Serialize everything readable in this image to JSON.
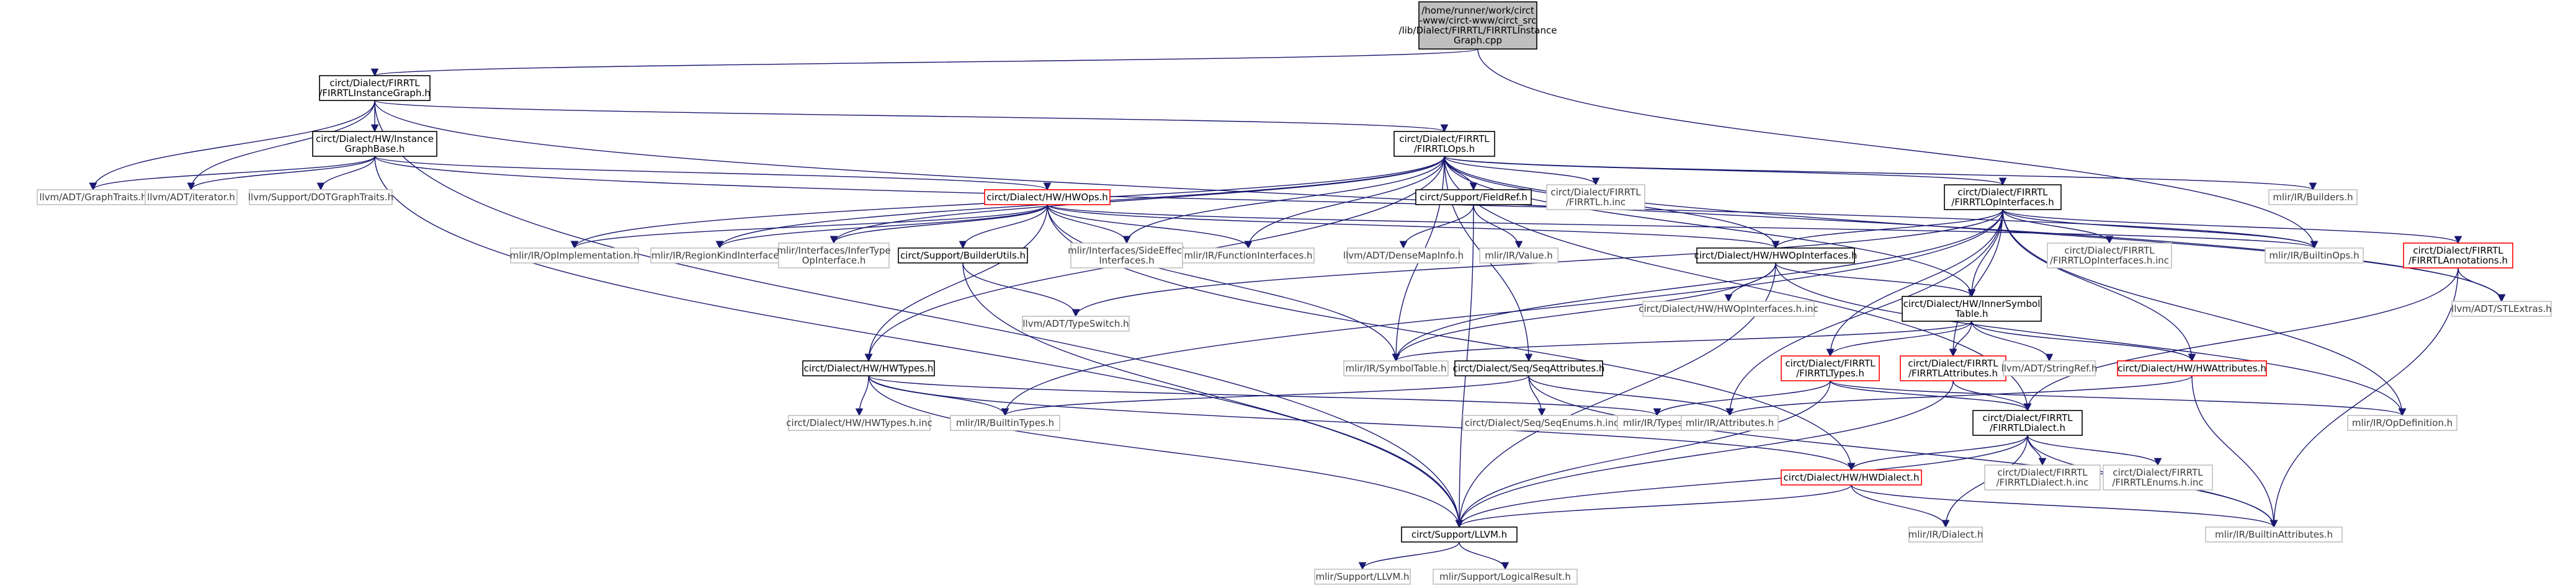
{
  "colors": {
    "edge": "#191970",
    "box_border_normal": "#000000",
    "box_border_truncated": "#ff0000",
    "box_border_external": "#bfbfbf",
    "box_fill_root": "#bfbfbf",
    "box_fill": "#ffffff",
    "text_dark": "#000000",
    "text_gray": "#3a3a3a"
  },
  "nodes": [
    {
      "id": "root",
      "kind": "root",
      "lines": [
        "/home/runner/work/circt",
        "-www/circt-www/circt_src",
        "/lib/Dialect/FIRRTL/FIRRTLInstance",
        "Graph.cpp"
      ]
    },
    {
      "id": "instgraph",
      "kind": "normal",
      "lines": [
        "circt/Dialect/FIRRTL",
        "/FIRRTLInstanceGraph.h"
      ]
    },
    {
      "id": "hwinstgraph",
      "kind": "normal",
      "lines": [
        "circt/Dialect/HW/Instance",
        "GraphBase.h"
      ]
    },
    {
      "id": "firrtlops",
      "kind": "normal",
      "lines": [
        "circt/Dialect/FIRRTL",
        "/FIRRTLOps.h"
      ]
    },
    {
      "id": "graphtraits",
      "kind": "external",
      "lines": [
        "llvm/ADT/GraphTraits.h"
      ]
    },
    {
      "id": "iterator",
      "kind": "external",
      "lines": [
        "llvm/ADT/iterator.h"
      ]
    },
    {
      "id": "dotgraph",
      "kind": "external",
      "lines": [
        "llvm/Support/DOTGraphTraits.h"
      ]
    },
    {
      "id": "hwops",
      "kind": "truncated",
      "lines": [
        "circt/Dialect/HW/HWOps.h"
      ]
    },
    {
      "id": "fieldref",
      "kind": "normal",
      "lines": [
        "circt/Support/FieldRef.h"
      ]
    },
    {
      "id": "firrtlhinc",
      "kind": "external",
      "lines": [
        "circt/Dialect/FIRRTL",
        "/FIRRTL.h.inc"
      ]
    },
    {
      "id": "opinterfaces",
      "kind": "normal",
      "lines": [
        "circt/Dialect/FIRRTL",
        "/FIRRTLOpInterfaces.h"
      ]
    },
    {
      "id": "builders",
      "kind": "external",
      "lines": [
        "mlir/IR/Builders.h"
      ]
    },
    {
      "id": "opimpl",
      "kind": "external",
      "lines": [
        "mlir/IR/OpImplementation.h"
      ]
    },
    {
      "id": "regionkind",
      "kind": "external",
      "lines": [
        "mlir/IR/RegionKindInterface.h"
      ]
    },
    {
      "id": "infertype",
      "kind": "external",
      "lines": [
        "mlir/Interfaces/InferType",
        "OpInterface.h"
      ]
    },
    {
      "id": "builderutils",
      "kind": "normal",
      "lines": [
        "circt/Support/BuilderUtils.h"
      ]
    },
    {
      "id": "sideeffect",
      "kind": "external",
      "lines": [
        "mlir/Interfaces/SideEffect",
        "Interfaces.h"
      ]
    },
    {
      "id": "funcif",
      "kind": "external",
      "lines": [
        "mlir/IR/FunctionInterfaces.h"
      ]
    },
    {
      "id": "densemap",
      "kind": "external",
      "lines": [
        "llvm/ADT/DenseMapInfo.h"
      ]
    },
    {
      "id": "irvalue",
      "kind": "external",
      "lines": [
        "mlir/IR/Value.h"
      ]
    },
    {
      "id": "hwopif",
      "kind": "normal",
      "lines": [
        "circt/Dialect/HW/HWOpInterfaces.h"
      ]
    },
    {
      "id": "firrtlopifinc",
      "kind": "external",
      "lines": [
        "circt/Dialect/FIRRTL",
        "/FIRRTLOpInterfaces.h.inc"
      ]
    },
    {
      "id": "builtinops",
      "kind": "external",
      "lines": [
        "mlir/IR/BuiltinOps.h"
      ]
    },
    {
      "id": "annotations",
      "kind": "truncated",
      "lines": [
        "circt/Dialect/FIRRTL",
        "/FIRRTLAnnotations.h"
      ]
    },
    {
      "id": "stlextras",
      "kind": "external",
      "lines": [
        "llvm/ADT/STLExtras.h"
      ]
    },
    {
      "id": "typeswitch",
      "kind": "external",
      "lines": [
        "llvm/ADT/TypeSwitch.h"
      ]
    },
    {
      "id": "hwopifinc",
      "kind": "external",
      "lines": [
        "circt/Dialect/HW/HWOpInterfaces.h.inc"
      ]
    },
    {
      "id": "innersym",
      "kind": "normal",
      "lines": [
        "circt/Dialect/HW/InnerSymbol",
        "Table.h"
      ]
    },
    {
      "id": "symtable",
      "kind": "external",
      "lines": [
        "mlir/IR/SymbolTable.h"
      ]
    },
    {
      "id": "hwtypes",
      "kind": "normal",
      "lines": [
        "circt/Dialect/HW/HWTypes.h"
      ]
    },
    {
      "id": "seqattrs",
      "kind": "normal",
      "lines": [
        "circt/Dialect/Seq/SeqAttributes.h"
      ]
    },
    {
      "id": "firrtltypes",
      "kind": "truncated",
      "lines": [
        "circt/Dialect/FIRRTL",
        "/FIRRTLTypes.h"
      ]
    },
    {
      "id": "firrtlattrs",
      "kind": "truncated",
      "lines": [
        "circt/Dialect/FIRRTL",
        "/FIRRTLAttributes.h"
      ]
    },
    {
      "id": "stringref",
      "kind": "external",
      "lines": [
        "llvm/ADT/StringRef.h"
      ]
    },
    {
      "id": "hwattrs",
      "kind": "truncated",
      "lines": [
        "circt/Dialect/HW/HWAttributes.h"
      ]
    },
    {
      "id": "hwtypesinc",
      "kind": "external",
      "lines": [
        "circt/Dialect/HW/HWTypes.h.inc"
      ]
    },
    {
      "id": "builtintypes",
      "kind": "external",
      "lines": [
        "mlir/IR/BuiltinTypes.h"
      ]
    },
    {
      "id": "seqenums",
      "kind": "external",
      "lines": [
        "circt/Dialect/Seq/SeqEnums.h.inc"
      ]
    },
    {
      "id": "irtypes",
      "kind": "external",
      "lines": [
        "mlir/IR/Types.h"
      ]
    },
    {
      "id": "irattrs",
      "kind": "external",
      "lines": [
        "mlir/IR/Attributes.h"
      ]
    },
    {
      "id": "firrtldialect",
      "kind": "normal",
      "lines": [
        "circt/Dialect/FIRRTL",
        "/FIRRTLDialect.h"
      ]
    },
    {
      "id": "opdef",
      "kind": "external",
      "lines": [
        "mlir/IR/OpDefinition.h"
      ]
    },
    {
      "id": "hwdialect",
      "kind": "truncated",
      "lines": [
        "circt/Dialect/HW/HWDialect.h"
      ]
    },
    {
      "id": "firrtldialectinc",
      "kind": "external",
      "lines": [
        "circt/Dialect/FIRRTL",
        "/FIRRTLDialect.h.inc"
      ]
    },
    {
      "id": "firrtlenumsinc",
      "kind": "external",
      "lines": [
        "circt/Dialect/FIRRTL",
        "/FIRRTLEnums.h.inc"
      ]
    },
    {
      "id": "supportllvm",
      "kind": "normal",
      "lines": [
        "circt/Support/LLVM.h"
      ]
    },
    {
      "id": "irdialect",
      "kind": "external",
      "lines": [
        "mlir/IR/Dialect.h"
      ]
    },
    {
      "id": "builtinattrs",
      "kind": "external",
      "lines": [
        "mlir/IR/BuiltinAttributes.h"
      ]
    },
    {
      "id": "mlirllvm",
      "kind": "external",
      "lines": [
        "mlir/Support/LLVM.h"
      ]
    },
    {
      "id": "logicalresult",
      "kind": "external",
      "lines": [
        "mlir/Support/LogicalResult.h"
      ]
    }
  ],
  "edges": [
    [
      "root",
      "instgraph"
    ],
    [
      "root",
      "builtinops"
    ],
    [
      "instgraph",
      "hwinstgraph"
    ],
    [
      "instgraph",
      "firrtlops"
    ],
    [
      "instgraph",
      "graphtraits"
    ],
    [
      "instgraph",
      "iterator"
    ],
    [
      "instgraph",
      "supportllvm"
    ],
    [
      "instgraph",
      "stlextras"
    ],
    [
      "hwinstgraph",
      "graphtraits"
    ],
    [
      "hwinstgraph",
      "iterator"
    ],
    [
      "hwinstgraph",
      "dotgraph"
    ],
    [
      "hwinstgraph",
      "hwops"
    ],
    [
      "hwinstgraph",
      "supportllvm"
    ],
    [
      "hwinstgraph",
      "builtinops"
    ],
    [
      "firrtlops",
      "fieldref"
    ],
    [
      "firrtlops",
      "firrtlhinc"
    ],
    [
      "firrtlops",
      "opinterfaces"
    ],
    [
      "firrtlops",
      "builders"
    ],
    [
      "firrtlops",
      "opimpl"
    ],
    [
      "firrtlops",
      "regionkind"
    ],
    [
      "firrtlops",
      "infertype"
    ],
    [
      "firrtlops",
      "sideeffect"
    ],
    [
      "firrtlops",
      "funcif"
    ],
    [
      "firrtlops",
      "hwopif"
    ],
    [
      "firrtlops",
      "hwtypes"
    ],
    [
      "firrtlops",
      "seqattrs"
    ],
    [
      "firrtlops",
      "symtable"
    ],
    [
      "firrtlops",
      "firrtldialect"
    ],
    [
      "firrtlops",
      "stlextras"
    ],
    [
      "firrtlops",
      "innersym"
    ],
    [
      "hwops",
      "opimpl"
    ],
    [
      "hwops",
      "regionkind"
    ],
    [
      "hwops",
      "infertype"
    ],
    [
      "hwops",
      "builderutils"
    ],
    [
      "hwops",
      "sideeffect"
    ],
    [
      "hwops",
      "funcif"
    ],
    [
      "hwops",
      "hwopif"
    ],
    [
      "hwops",
      "hwtypes"
    ],
    [
      "hwops",
      "symtable"
    ],
    [
      "hwops",
      "hwdialect"
    ],
    [
      "hwops",
      "builtinops"
    ],
    [
      "fieldref",
      "densemap"
    ],
    [
      "fieldref",
      "irvalue"
    ],
    [
      "fieldref",
      "supportllvm"
    ],
    [
      "opinterfaces",
      "firrtlopifinc"
    ],
    [
      "opinterfaces",
      "annotations"
    ],
    [
      "opinterfaces",
      "hwopif"
    ],
    [
      "opinterfaces",
      "builtinops"
    ],
    [
      "opinterfaces",
      "typeswitch"
    ],
    [
      "opinterfaces",
      "innersym"
    ],
    [
      "opinterfaces",
      "symtable"
    ],
    [
      "opinterfaces",
      "firrtltypes"
    ],
    [
      "opinterfaces",
      "firrtlattrs"
    ],
    [
      "opinterfaces",
      "hwattrs"
    ],
    [
      "opinterfaces",
      "opdef"
    ],
    [
      "opinterfaces",
      "irattrs"
    ],
    [
      "opinterfaces",
      "builtintypes"
    ],
    [
      "builderutils",
      "typeswitch"
    ],
    [
      "builderutils",
      "supportllvm"
    ],
    [
      "hwopif",
      "hwopifinc"
    ],
    [
      "hwopif",
      "innersym"
    ],
    [
      "hwopif",
      "symtable"
    ],
    [
      "hwopif",
      "supportllvm"
    ],
    [
      "hwopif",
      "opdef"
    ],
    [
      "annotations",
      "stlextras"
    ],
    [
      "annotations",
      "builtinattrs"
    ],
    [
      "annotations",
      "firrtldialect"
    ],
    [
      "innersym",
      "stringref"
    ],
    [
      "innersym",
      "symtable"
    ],
    [
      "innersym",
      "firrtltypes"
    ],
    [
      "innersym",
      "firrtlattrs"
    ],
    [
      "innersym",
      "hwattrs"
    ],
    [
      "hwtypes",
      "hwtypesinc"
    ],
    [
      "hwtypes",
      "builtintypes"
    ],
    [
      "hwtypes",
      "irtypes"
    ],
    [
      "hwtypes",
      "hwdialect"
    ],
    [
      "hwtypes",
      "supportllvm"
    ],
    [
      "seqattrs",
      "builtintypes"
    ],
    [
      "seqattrs",
      "seqenums"
    ],
    [
      "seqattrs",
      "irattrs"
    ],
    [
      "seqattrs",
      "builtinattrs"
    ],
    [
      "firrtltypes",
      "irtypes"
    ],
    [
      "firrtltypes",
      "firrtldialect"
    ],
    [
      "firrtltypes",
      "supportllvm"
    ],
    [
      "firrtltypes",
      "opdef"
    ],
    [
      "firrtlattrs",
      "firrtldialect"
    ],
    [
      "firrtlattrs",
      "supportllvm"
    ],
    [
      "hwattrs",
      "irattrs"
    ],
    [
      "hwattrs",
      "builtinattrs"
    ],
    [
      "firrtldialect",
      "hwdialect"
    ],
    [
      "firrtldialect",
      "firrtldialectinc"
    ],
    [
      "firrtldialect",
      "firrtlenumsinc"
    ],
    [
      "firrtldialect",
      "supportllvm"
    ],
    [
      "firrtldialect",
      "irdialect"
    ],
    [
      "firrtldialect",
      "builtinattrs"
    ],
    [
      "hwdialect",
      "supportllvm"
    ],
    [
      "hwdialect",
      "irdialect"
    ],
    [
      "hwdialect",
      "builtinattrs"
    ],
    [
      "supportllvm",
      "mlirllvm"
    ],
    [
      "supportllvm",
      "logicalresult"
    ]
  ]
}
